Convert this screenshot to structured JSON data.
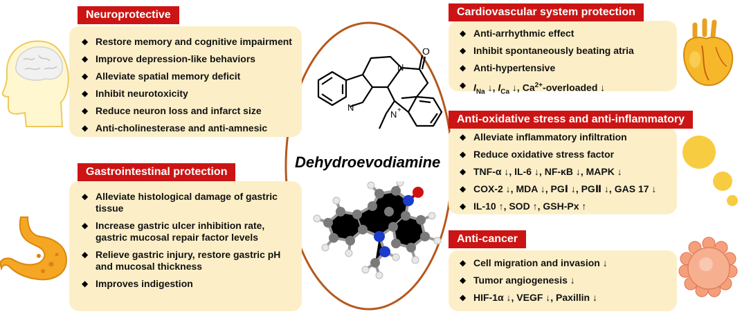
{
  "center": {
    "title": "Dehydroevodiamine"
  },
  "neuroprotective": {
    "title": "Neuroprotective",
    "items": [
      "Restore memory and cognitive impairment",
      "Improve depression-like behaviors",
      "Alleviate spatial memory deficit",
      "Inhibit neurotoxicity",
      "Reduce neuron loss and infarct size",
      "Anti-cholinesterase and anti-amnesic"
    ]
  },
  "gastro": {
    "title": "Gastrointestinal protection",
    "items": [
      "Alleviate histological damage of gastric tissue",
      "Increase gastric ulcer inhibition rate, gastric mucosal repair factor levels",
      "Relieve gastric injury, restore gastric pH and mucosal thickness",
      "Improves indigestion"
    ]
  },
  "cardio": {
    "title": "Cardiovascular system protection",
    "items": [
      "Anti-arrhythmic effect",
      "Inhibit spontaneously beating atria",
      "Anti-hypertensive"
    ],
    "ion_item": {
      "i1": "I",
      "i1_sub": "Na",
      "arrow1": " ↓, ",
      "i2": "I",
      "i2_sub": "Ca",
      "arrow2": " ↓, ",
      "ca": "Ca",
      "ca_sup": "2+",
      "rest": "-overloaded ↓"
    }
  },
  "antiox": {
    "title": "Anti-oxidative stress and anti-inflammatory",
    "items": [
      "Alleviate inflammatory infiltration",
      "Reduce oxidative stress factor",
      "TNF-α ↓, IL-6 ↓, NF-κB ↓, MAPK ↓",
      "COX-2 ↓, MDA ↓, PGⅠ ↓, PGⅡ ↓, GAS 17 ↓",
      "IL-10 ↑, SOD ↑, GSH-Px ↑"
    ]
  },
  "cancer": {
    "title": "Anti-cancer",
    "items": [
      "Cell migration and invasion ↓",
      "Tumor angiogenesis ↓",
      "HIF-1α ↓, VEGF ↓, Paxillin ↓"
    ]
  },
  "structure": {
    "atom_o": "O",
    "atom_n1": "N",
    "atom_n2": "N",
    "atom_n3": "N",
    "methyl_charge": "+"
  },
  "colors": {
    "header": "#cc1414",
    "box": "#fcefc8",
    "ellipse": "#b5581c"
  }
}
